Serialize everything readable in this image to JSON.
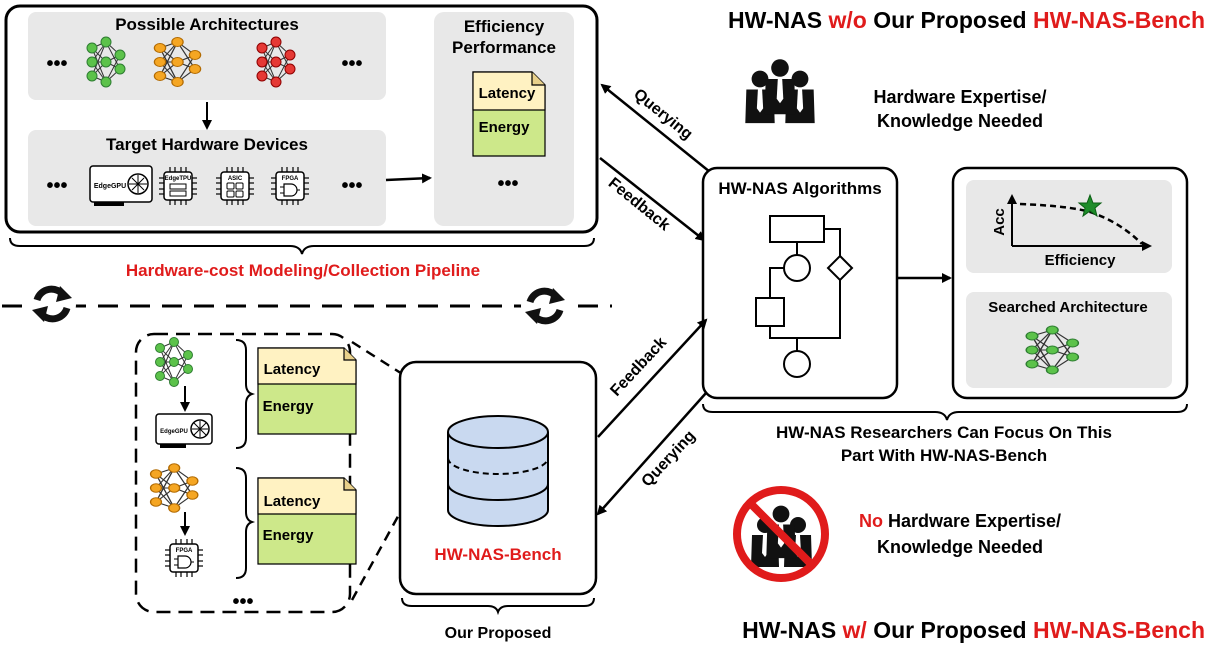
{
  "headline_top": {
    "part1": "HW-NAS ",
    "part2": "w/o",
    "part3": " Our Proposed ",
    "part4": "HW-NAS-Bench"
  },
  "headline_bottom": {
    "part1": "HW-NAS ",
    "part2": "w/",
    "part3": " Our Proposed ",
    "part4": "HW-NAS-Bench"
  },
  "possible_architectures": "Possible Architectures",
  "target_hardware_devices": "Target Hardware Devices",
  "efficiency_performance": {
    "line1": "Efficiency",
    "line2": "Performance"
  },
  "latency": "Latency",
  "energy": "Energy",
  "ellipsis": "•••",
  "hardware_labels": {
    "edgegpu": "EdgeGPU",
    "edgetpu": "EdgeTPU",
    "asic": "ASIC",
    "fpga": "FPGA"
  },
  "pipeline_label": "Hardware-cost Modeling/Collection Pipeline",
  "querying": "Querying",
  "feedback": "Feedback",
  "hw_nas_algorithms": "HW-NAS Algorithms",
  "hardware_expertise": {
    "line1": "Hardware Expertise/",
    "line2": "Knowledge Needed"
  },
  "no_expertise": {
    "no": "No",
    "line1rest": " Hardware Expertise/",
    "line2": "Knowledge Needed"
  },
  "result_plot": {
    "ylabel": "Acc",
    "xlabel": "Efficiency"
  },
  "searched_architecture": "Searched Architecture",
  "focus_text": {
    "line1": "HW-NAS Researchers Can Focus On This",
    "line2": "Part With HW-NAS-Bench"
  },
  "bench_name": "HW-NAS-Bench",
  "our_proposed": "Our Proposed",
  "colors": {
    "accent_red": "#e01b1b",
    "panel_gray": "#e8e8e8",
    "node_green": "#5cc24a",
    "node_orange": "#f5a623",
    "node_red": "#e53935",
    "latency_yellow": "#fff2c2",
    "energy_green": "#cde88a",
    "db_blue": "#c9d9f0"
  }
}
